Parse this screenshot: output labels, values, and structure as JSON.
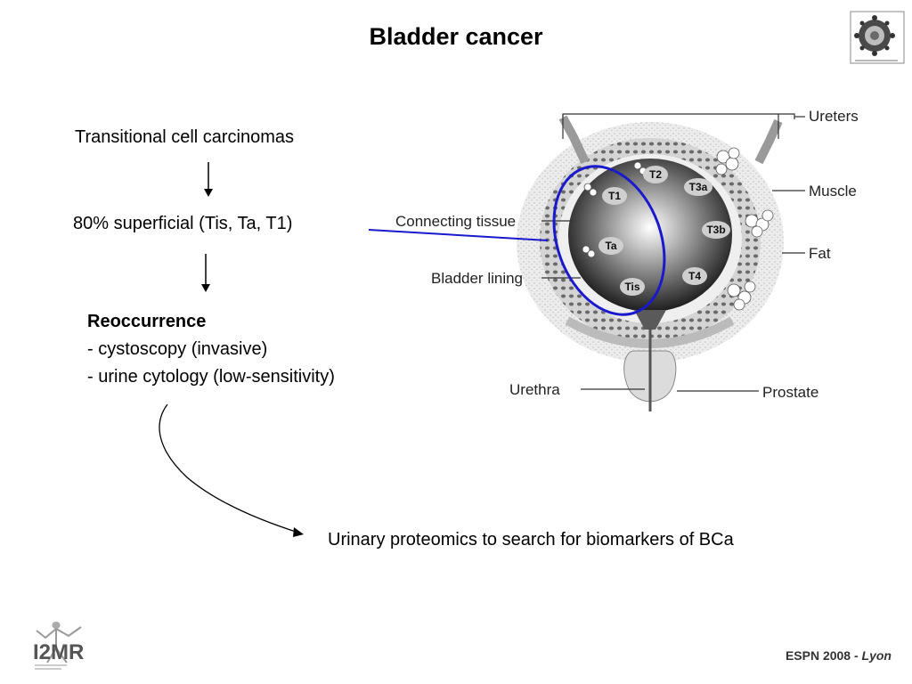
{
  "slide": {
    "title": "Bladder cancer",
    "line1": "Transitional cell carcinomas",
    "line2": "80%  superficial (Tis, Ta, T1)",
    "reoccurrence": {
      "heading": "Reoccurrence",
      "items": [
        "- cystoscopy (invasive)",
        "- urine cytology (low-sensitivity)"
      ]
    },
    "conclusion": "Urinary proteomics to search for biomarkers of BCa",
    "footer": {
      "event": "ESPN 2008 - ",
      "city": "Lyon"
    }
  },
  "diagram": {
    "labels": {
      "ureters": "Ureters",
      "muscle": "Muscle",
      "fat": "Fat",
      "connecting_tissue": "Connecting tissue",
      "bladder_lining": "Bladder lining",
      "urethra": "Urethra",
      "prostate": "Prostate"
    },
    "stages": [
      "T2",
      "T1",
      "T3a",
      "Ta",
      "T3b",
      "T4",
      "Tis"
    ],
    "highlight_color": "#1a1acc"
  },
  "logos": {
    "bottom_text": "I2MR"
  }
}
